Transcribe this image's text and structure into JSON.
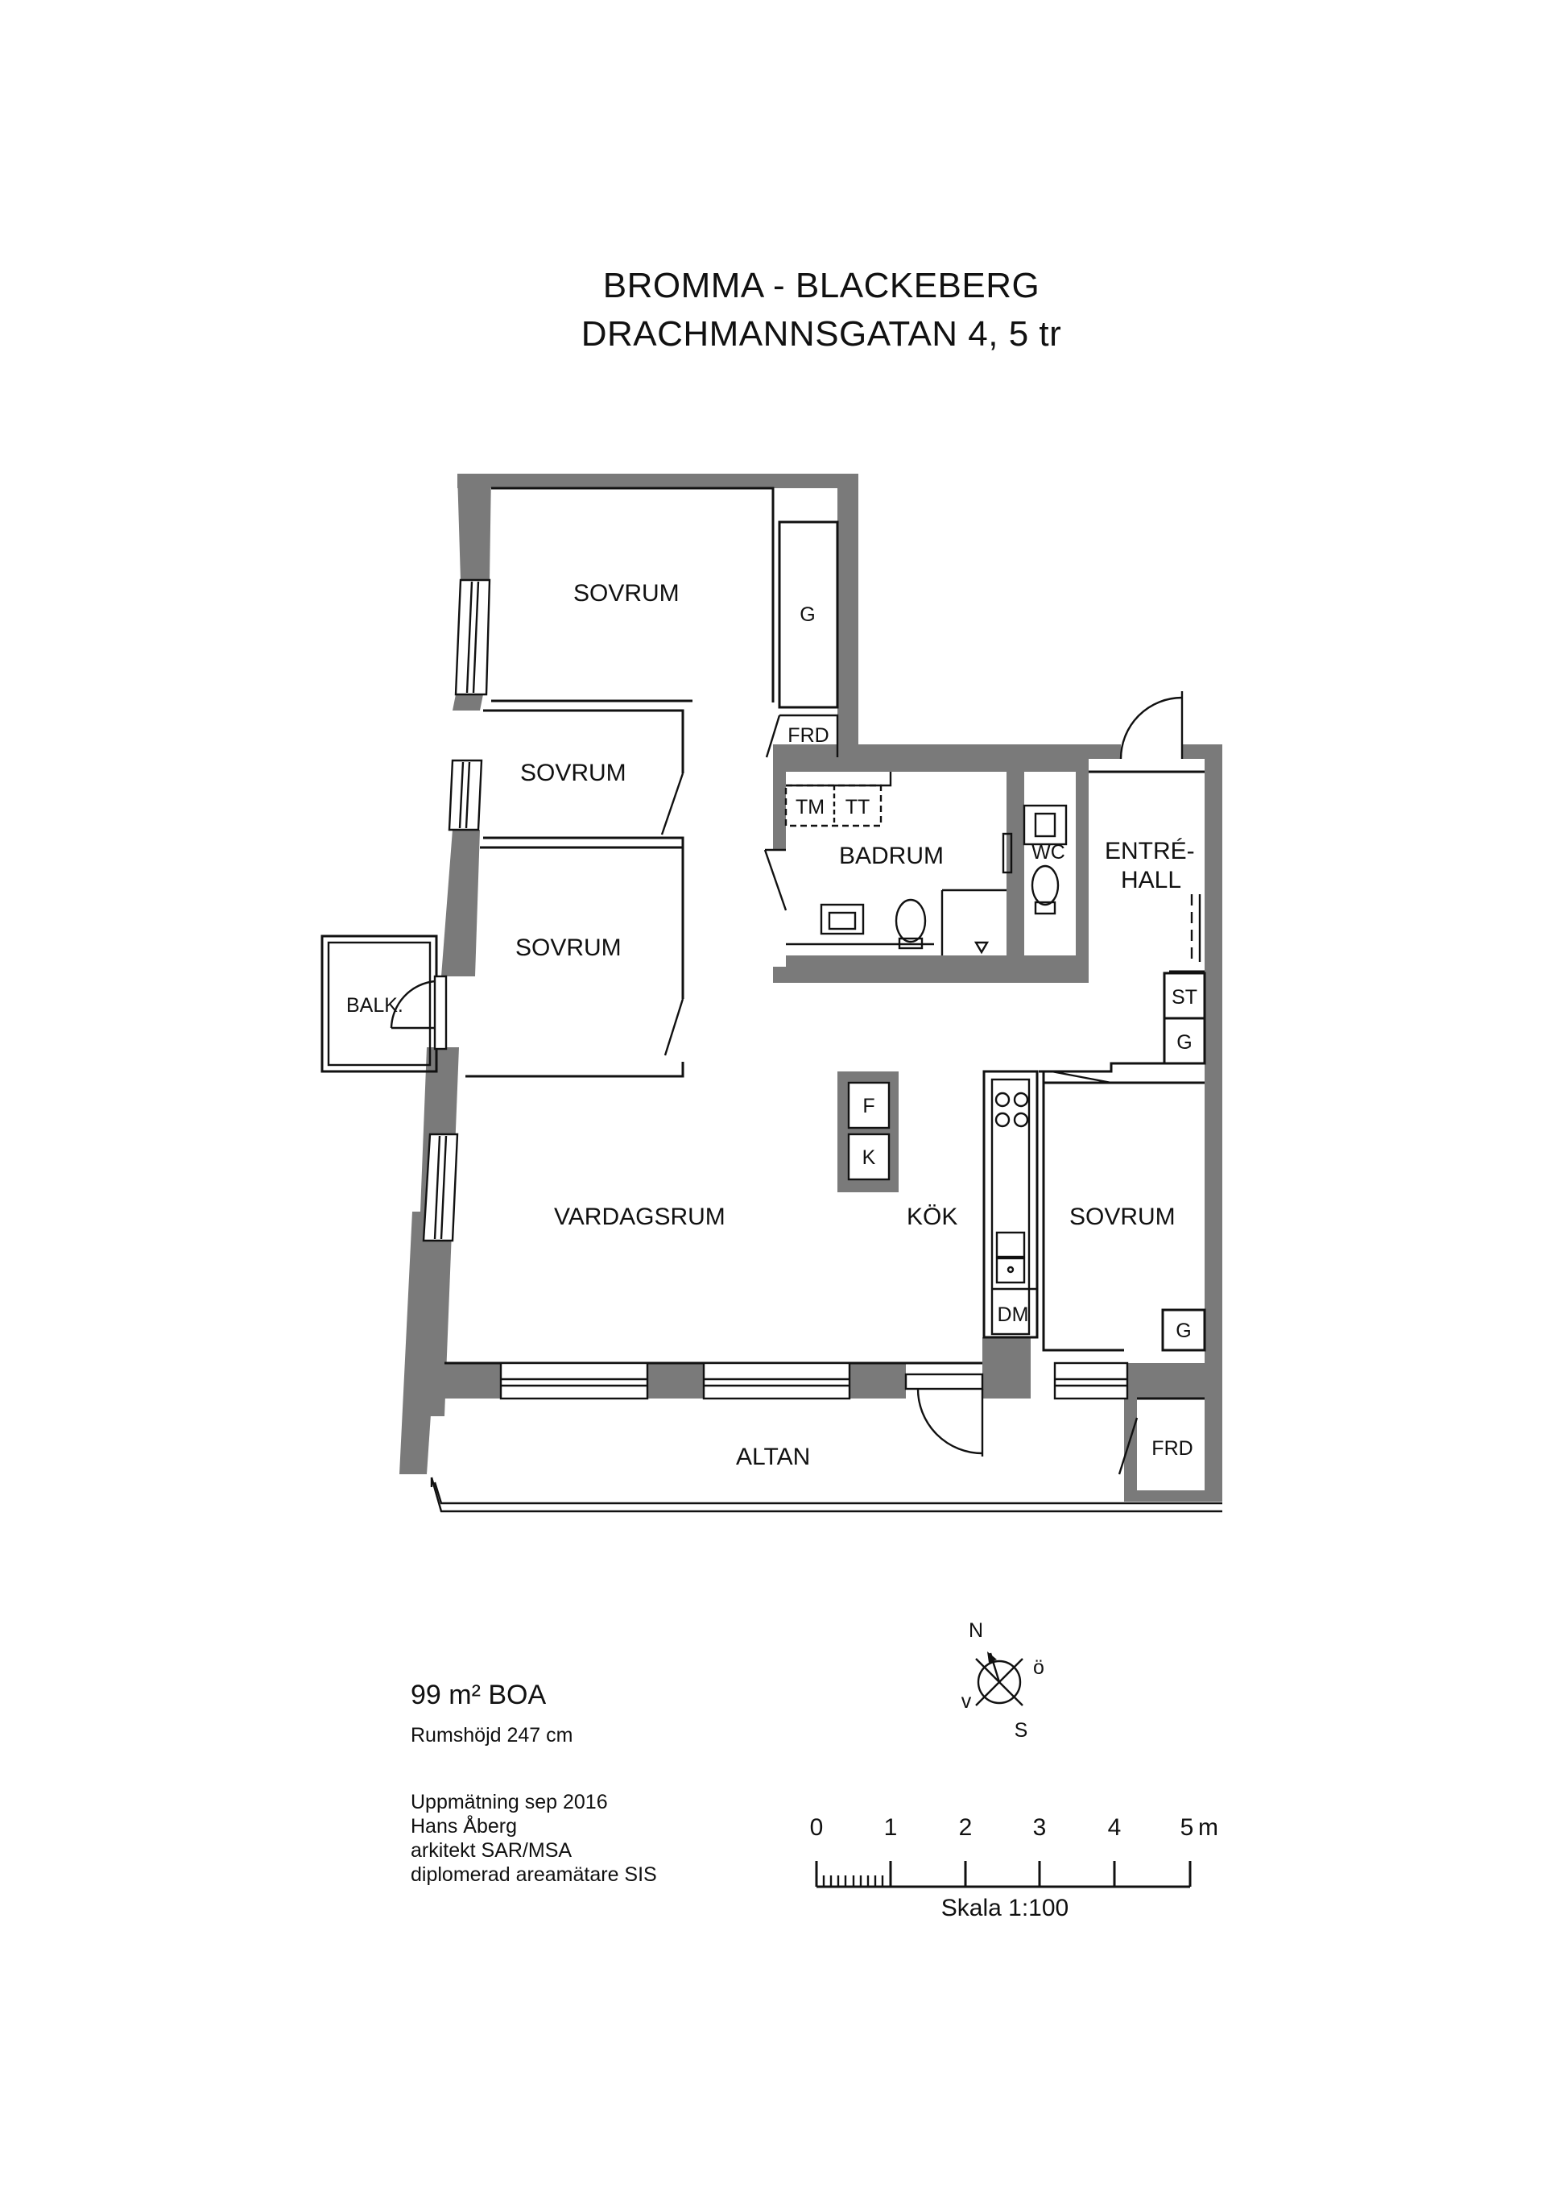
{
  "header": {
    "title_line1": "BROMMA - BLACKEBERG",
    "title_line2": "DRACHMANNSGATAN 4, 5 tr"
  },
  "rooms": {
    "sovrum_top": "SOVRUM",
    "g_top": "G",
    "frd_top": "FRD",
    "sovrum_2": "SOVRUM",
    "tm": "TM",
    "tt": "TT",
    "badrum": "BADRUM",
    "wc": "WC",
    "entre_line1": "ENTRÉ-",
    "entre_line2": "HALL",
    "sovrum_3": "SOVRUM",
    "balk": "BALK.",
    "st": "ST",
    "g_hall": "G",
    "f": "F",
    "k": "K",
    "vardagsrum": "VARDAGSRUM",
    "kok": "KÖK",
    "sovrum_right": "SOVRUM",
    "dm": "DM",
    "g_right": "G",
    "altan": "ALTAN",
    "frd_bottom": "FRD"
  },
  "compass": {
    "n": "N",
    "o": "ö",
    "v": "v",
    "s": "S"
  },
  "info": {
    "area": "99 m² BOA",
    "room_height": "Rumshöjd 247 cm",
    "measured": "Uppmätning sep 2016",
    "name": "Hans Åberg",
    "title": "arkitekt SAR/MSA",
    "certification": "diplomerad areamätare SIS"
  },
  "scale_bar": {
    "ticks": [
      "0",
      "1",
      "2",
      "3",
      "4",
      "5"
    ],
    "unit": "m",
    "caption": "Skala 1:100"
  },
  "colors": {
    "wall": "#7a7a7a",
    "line": "#111111",
    "background": "#ffffff"
  }
}
